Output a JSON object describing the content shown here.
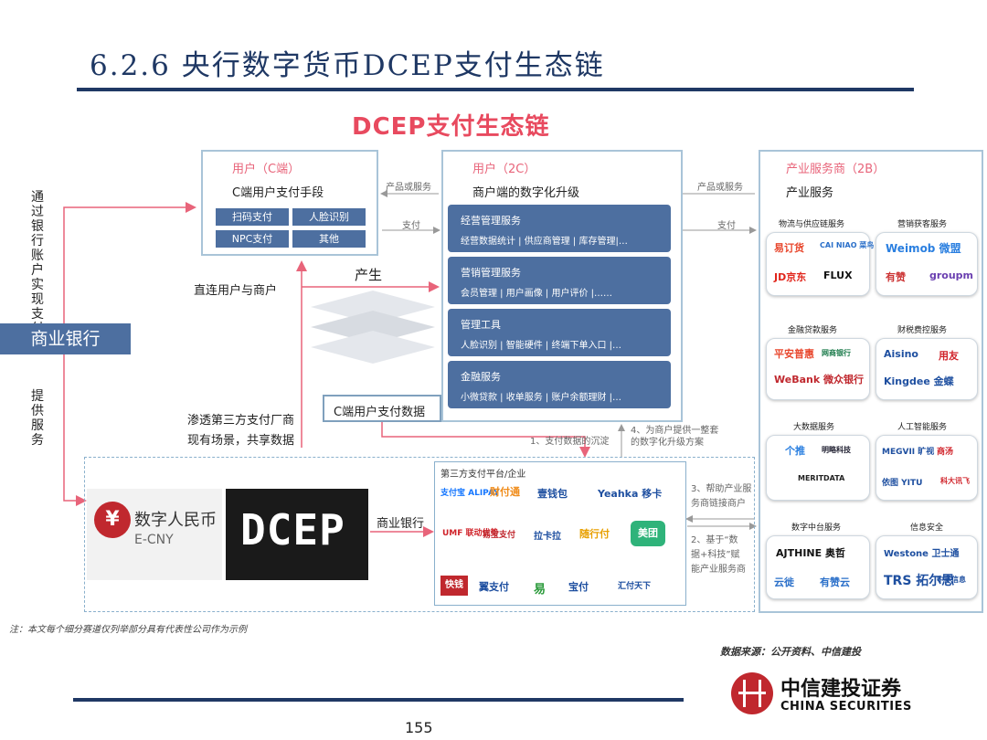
{
  "page_title": "6.2.6 央行数字货币DCEP支付生态链",
  "diagram_title": "DCEP支付生态链",
  "left": {
    "bank": "商业银行",
    "vertical_top": [
      "通",
      "过",
      "银",
      "行",
      "账",
      "户",
      "实",
      "现",
      "支",
      "付"
    ],
    "vertical_bottom": [
      "提",
      "供",
      "服",
      "务"
    ]
  },
  "user_c": {
    "header": "用户（C端）",
    "subtitle": "C端用户支付手段",
    "buttons": [
      "扫码支付",
      "人脸识别",
      "NPC支付",
      "其他"
    ]
  },
  "direct": "直连用户与商户",
  "produce": "产生",
  "penetrate": [
    "渗透第三方支付厂商",
    "现有场景，共享数据"
  ],
  "c_data": "C端用户支付数据",
  "arrows": {
    "product_service_1": "产品或服务",
    "pay_1": "支付",
    "product_service_2": "产品或服务",
    "pay_2": "支付",
    "settle": "1、支付数据的沉淀",
    "provide": [
      "4、为商户提供一整套",
      "的数字化升级方案"
    ],
    "help": [
      "3、帮助产业服",
      "务商链接商户"
    ],
    "based": [
      "2、基于“数",
      "据+科技”赋",
      "能产业服务商"
    ],
    "commercial_bank": "商业银行"
  },
  "user_2c": {
    "header": "用户（2C）",
    "subtitle": "商户端的数字化升级",
    "services": [
      {
        "title": "经营管理服务",
        "items": "经营数据统计 | 供应商管理 | 库存管理|…"
      },
      {
        "title": "营销管理服务",
        "items": "会员管理 | 用户画像 | 用户评价 |……"
      },
      {
        "title": "管理工具",
        "items": "人脸识别 | 智能硬件 | 终端下单入口 |…"
      },
      {
        "title": "金融服务",
        "items": "小微贷款 | 收单服务 | 账户余额理财 |…"
      }
    ]
  },
  "industry": {
    "header": "产业服务商（2B）",
    "subtitle": "产业服务",
    "categories": [
      {
        "name": "物流与供应链服务",
        "logos": [
          "易订货",
          "CAI NIAO 菜鸟",
          "JD京东",
          "FLUX"
        ]
      },
      {
        "name": "营销获客服务",
        "logos": [
          "Weimob 微盟",
          "有赞",
          "groupm"
        ]
      },
      {
        "name": "金融贷款服务",
        "logos": [
          "平安普惠",
          "网商银行",
          "WeBank 微众银行"
        ]
      },
      {
        "name": "财税费控服务",
        "logos": [
          "Aisino",
          "用友",
          "Kingdee 金蝶"
        ]
      },
      {
        "name": "大数据服务",
        "logos": [
          "个推",
          "明略科技",
          "MERITDATA"
        ]
      },
      {
        "name": "人工智能服务",
        "logos": [
          "MEGVII 旷视",
          "商汤",
          "依图 YITU",
          "科大讯飞"
        ]
      },
      {
        "name": "数字中台服务",
        "logos": [
          "AJTHINE 奥哲",
          "云徙",
          "有赞云"
        ]
      },
      {
        "name": "信息安全",
        "logos": [
          "Westone 卫士通",
          "TRS 拓尔思",
          "中孚信息"
        ]
      }
    ]
  },
  "third_party": {
    "title": "第三方支付平台/企业",
    "logos": [
      "支付宝 ALIPAY",
      "财付通",
      "壹钱包",
      "Yeahka 移卡",
      "UMF 联动优势",
      "易宝支付",
      "拉卡拉",
      "随行付",
      "美团",
      "快钱",
      "翼支付",
      "易",
      "宝付",
      "汇付天下"
    ]
  },
  "images": {
    "ecny_cn": "数字人民币",
    "ecny_en": "E-CNY",
    "dcep": "DCEP"
  },
  "note": "注：本文每个细分赛道仅列举部分具有代表性公司作为示例",
  "source": "数据来源：公开资料、中信建投",
  "brand_cn": "中信建投证券",
  "brand_en": "CHINA SECURITIES",
  "page_number": "155",
  "colors": {
    "navy": "#1f3864",
    "accent": "#e84a5f",
    "service_blue": "#4d6fa0",
    "border": "#a9c4d8"
  }
}
